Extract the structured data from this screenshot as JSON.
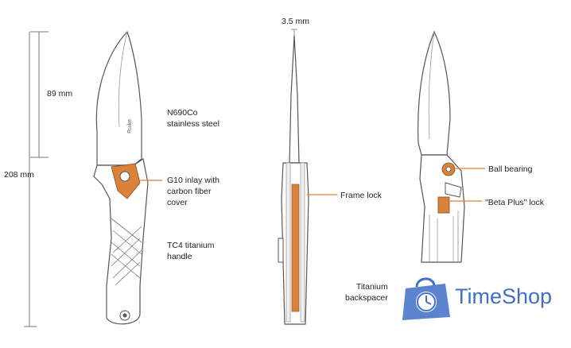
{
  "dimensions": {
    "blade_length": "89 mm",
    "overall_length": "208 mm",
    "blade_thickness": "3.5 mm"
  },
  "callouts": {
    "blade_steel": [
      "N690Co",
      "stainless steel"
    ],
    "inlay": [
      "G10 inlay with",
      "carbon fiber",
      "cover"
    ],
    "handle": [
      "TC4 titanium",
      "handle"
    ],
    "frame_lock": "Frame lock",
    "ball_bearing": "Ball bearing",
    "beta_lock": "\"Beta Plus\" lock",
    "backspacer": [
      "Titanium",
      "backspacer"
    ]
  },
  "blade_mark": "Ruike",
  "watermark": {
    "text": "TimeShop",
    "icon": "shopping-bag-clock-icon",
    "color": "#3f6fc6"
  },
  "colors": {
    "accent": "#d9823a",
    "outline": "#555555",
    "dimension_line": "#777777"
  }
}
